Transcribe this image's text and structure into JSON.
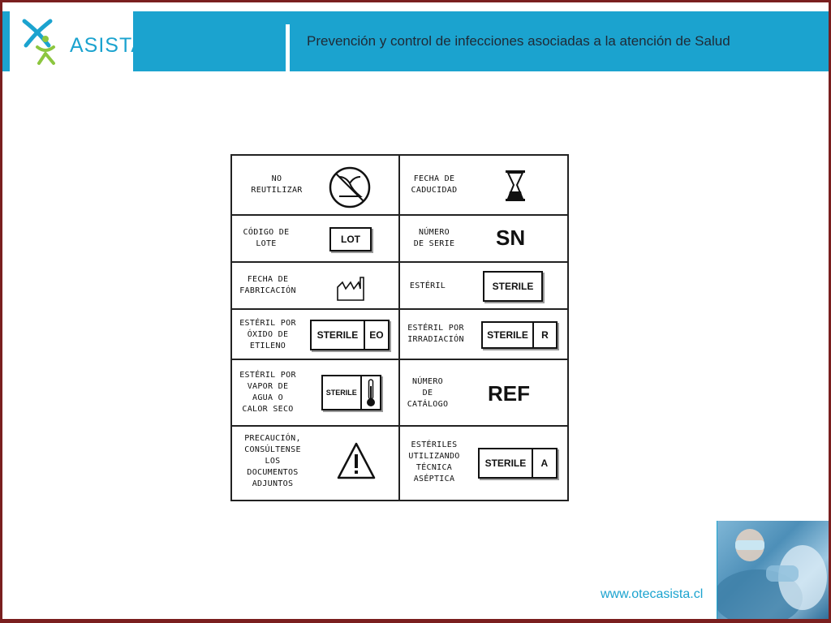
{
  "header": {
    "logo_text": "ASISTA",
    "title": "Prevención y control de infecciones asociadas a la atención de Salud"
  },
  "table": {
    "rows": [
      [
        {
          "label": "NO\nREUTILIZAR",
          "symbol": "do-not-reuse-icon"
        },
        {
          "label": "FECHA DE\nCADUCIDAD",
          "symbol": "hourglass-icon"
        }
      ],
      [
        {
          "label": "CÓDIGO DE\nLOTE",
          "symbol_text": "LOT"
        },
        {
          "label": "NÚMERO\nDE SERIE",
          "symbol_text": "SN"
        }
      ],
      [
        {
          "label": "FECHA DE\nFABRICACIÓN",
          "symbol": "factory-icon"
        },
        {
          "label": "ESTÉRIL",
          "symbol_text": "STERILE"
        }
      ],
      [
        {
          "label": "ESTÉRIL POR\nÓXIDO DE\nETILENO",
          "symbol_text": "STERILE",
          "symbol_suffix": "EO"
        },
        {
          "label": "ESTÉRIL POR\nIRRADIACIÓN",
          "symbol_text": "STERILE",
          "symbol_suffix": "R"
        }
      ],
      [
        {
          "label": "ESTÉRIL POR\nVAPOR DE\nAGUA O\nCALOR SECO",
          "symbol_text": "STERILE",
          "symbol": "thermometer-icon"
        },
        {
          "label": "NÚMERO\nDE\nCATÁLOGO",
          "symbol_text": "REF"
        }
      ],
      [
        {
          "label": "PRECAUCIÓN,\nCONSÚLTENSE\nLOS\nDOCUMENTOS\nADJUNTOS",
          "symbol": "warning-triangle-icon"
        },
        {
          "label": "ESTÉRILES\nUTILIZANDO\nTÉCNICA\nASÉPTICA",
          "symbol_text": "STERILE",
          "symbol_suffix": "A"
        }
      ]
    ]
  },
  "footer": {
    "url": "www.otecasista.cl"
  },
  "colors": {
    "brand": "#1ba3cf",
    "frame": "#7a1f1f"
  }
}
